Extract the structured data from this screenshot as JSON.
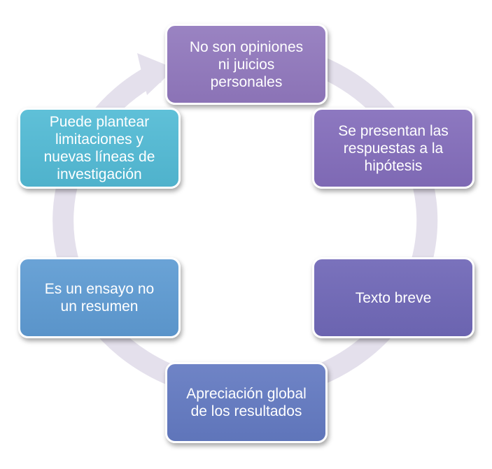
{
  "diagram": {
    "ring_color": "#e4e0ec",
    "nodes": [
      {
        "id": "top",
        "label": "No son opiniones\nni juicios\npersonales",
        "color": "#9581bf"
      },
      {
        "id": "upper-right",
        "label": "Se presentan las\nrespuestas a la\nhipótesis",
        "color": "#8873bb"
      },
      {
        "id": "lower-right",
        "label": "Texto breve",
        "color": "#736cb7"
      },
      {
        "id": "bottom",
        "label": "Apreciación global\nde los resultados",
        "color": "#687dc2"
      },
      {
        "id": "lower-left",
        "label": "Es un ensayo no\nun resumen",
        "color": "#639cd2"
      },
      {
        "id": "upper-left",
        "label": "Puede plantear\nlimitaciones y\nnuevas líneas de\ninvestigación",
        "color": "#57b9d3"
      }
    ]
  }
}
